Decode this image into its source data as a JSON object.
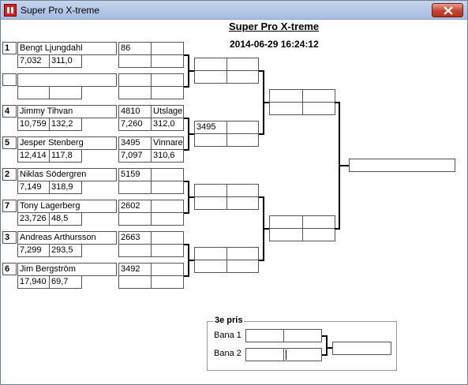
{
  "window": {
    "title": "Super Pro X-treme",
    "close_icon": "close-icon"
  },
  "header": {
    "title": "Super Pro X-treme",
    "datetime": "2014-06-29 16:24:12"
  },
  "round1": [
    {
      "seed": "1",
      "name": "Bengt Ljungdahl",
      "stat1": "7,032",
      "stat2": "311,0",
      "r1": "86",
      "r2": "",
      "r3": "",
      "r4": ""
    },
    {
      "seed": "",
      "name": "",
      "stat1": "",
      "stat2": "",
      "r1": "",
      "r2": "",
      "r3": "",
      "r4": ""
    },
    {
      "seed": "4",
      "name": "Jimmy Tihvan",
      "stat1": "10,759",
      "stat2": "132,2",
      "r1": "4810",
      "r2": "Utslager",
      "r3": "7,260",
      "r4": "312,0"
    },
    {
      "seed": "5",
      "name": "Jesper Stenberg",
      "stat1": "12,414",
      "stat2": "117,8",
      "r1": "3495",
      "r2": "Vinnare",
      "r3": "7,097",
      "r4": "310,6"
    },
    {
      "seed": "2",
      "name": "Niklas Södergren",
      "stat1": "7,149",
      "stat2": "318,9",
      "r1": "5159",
      "r2": "",
      "r3": "",
      "r4": ""
    },
    {
      "seed": "7",
      "name": "Tony Lagerberg",
      "stat1": "23,726",
      "stat2": "48,5",
      "r1": "2602",
      "r2": "",
      "r3": "",
      "r4": ""
    },
    {
      "seed": "3",
      "name": "Andreas Arthursson",
      "stat1": "7,299",
      "stat2": "293,5",
      "r1": "2663",
      "r2": "",
      "r3": "",
      "r4": ""
    },
    {
      "seed": "6",
      "name": "Jim Bergström",
      "stat1": "17,940",
      "stat2": "69,7",
      "r1": "3492",
      "r2": "",
      "r3": "",
      "r4": ""
    }
  ],
  "round2": [
    {
      "top": "",
      "bottom": ""
    },
    {
      "top": "3495",
      "bottom": ""
    },
    {
      "top": "",
      "bottom": ""
    },
    {
      "top": "",
      "bottom": ""
    }
  ],
  "final_text": "",
  "third_prize": {
    "legend": "3e pris",
    "lane1": "Bana 1",
    "lane2": "Bana 2"
  }
}
